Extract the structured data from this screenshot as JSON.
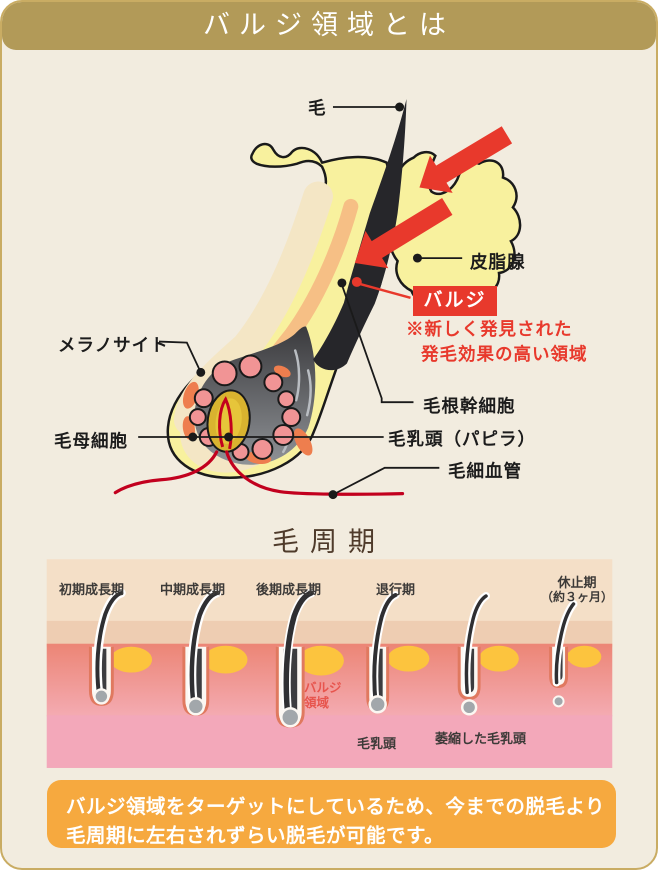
{
  "title": "バルジ領域とは",
  "diagram": {
    "hair": "毛",
    "sebaceous_gland": "皮脂腺",
    "bulge": "バルジ",
    "bulge_note1": "※新しく発見された",
    "bulge_note2": "発毛効果の高い領域",
    "melanocyte": "メラノサイト",
    "matrix_cells": "毛母細胞",
    "stem_cells": "毛根幹細胞",
    "papilla": "毛乳頭（パピラ）",
    "capillary": "毛細血管"
  },
  "cycle": {
    "heading": "毛周期",
    "stages": [
      "初期成長期",
      "中期成長期",
      "後期成長期",
      "退行期",
      "休止期",
      "（約３ヶ月）"
    ],
    "bulge_area1": "バルジ",
    "bulge_area2": "領域",
    "papilla": "毛乳頭",
    "shrunken_papilla": "萎縮した毛乳頭"
  },
  "footer": {
    "line1": "バルジ領域をターゲットにしているため、今までの脱毛より",
    "line2": "毛周期に左右されずらい脱毛が可能です。"
  },
  "colors": {
    "gold": "#b29a58",
    "gold_border": "#c9ac63",
    "cream_bg": "#f2ecdf",
    "accent_red": "#e8392c",
    "capillary_red": "#c2001e",
    "footer_orange": "#f6a93f",
    "follicle_yellow": "#f8f19e",
    "dermis_pink": "#ee8d7c"
  }
}
